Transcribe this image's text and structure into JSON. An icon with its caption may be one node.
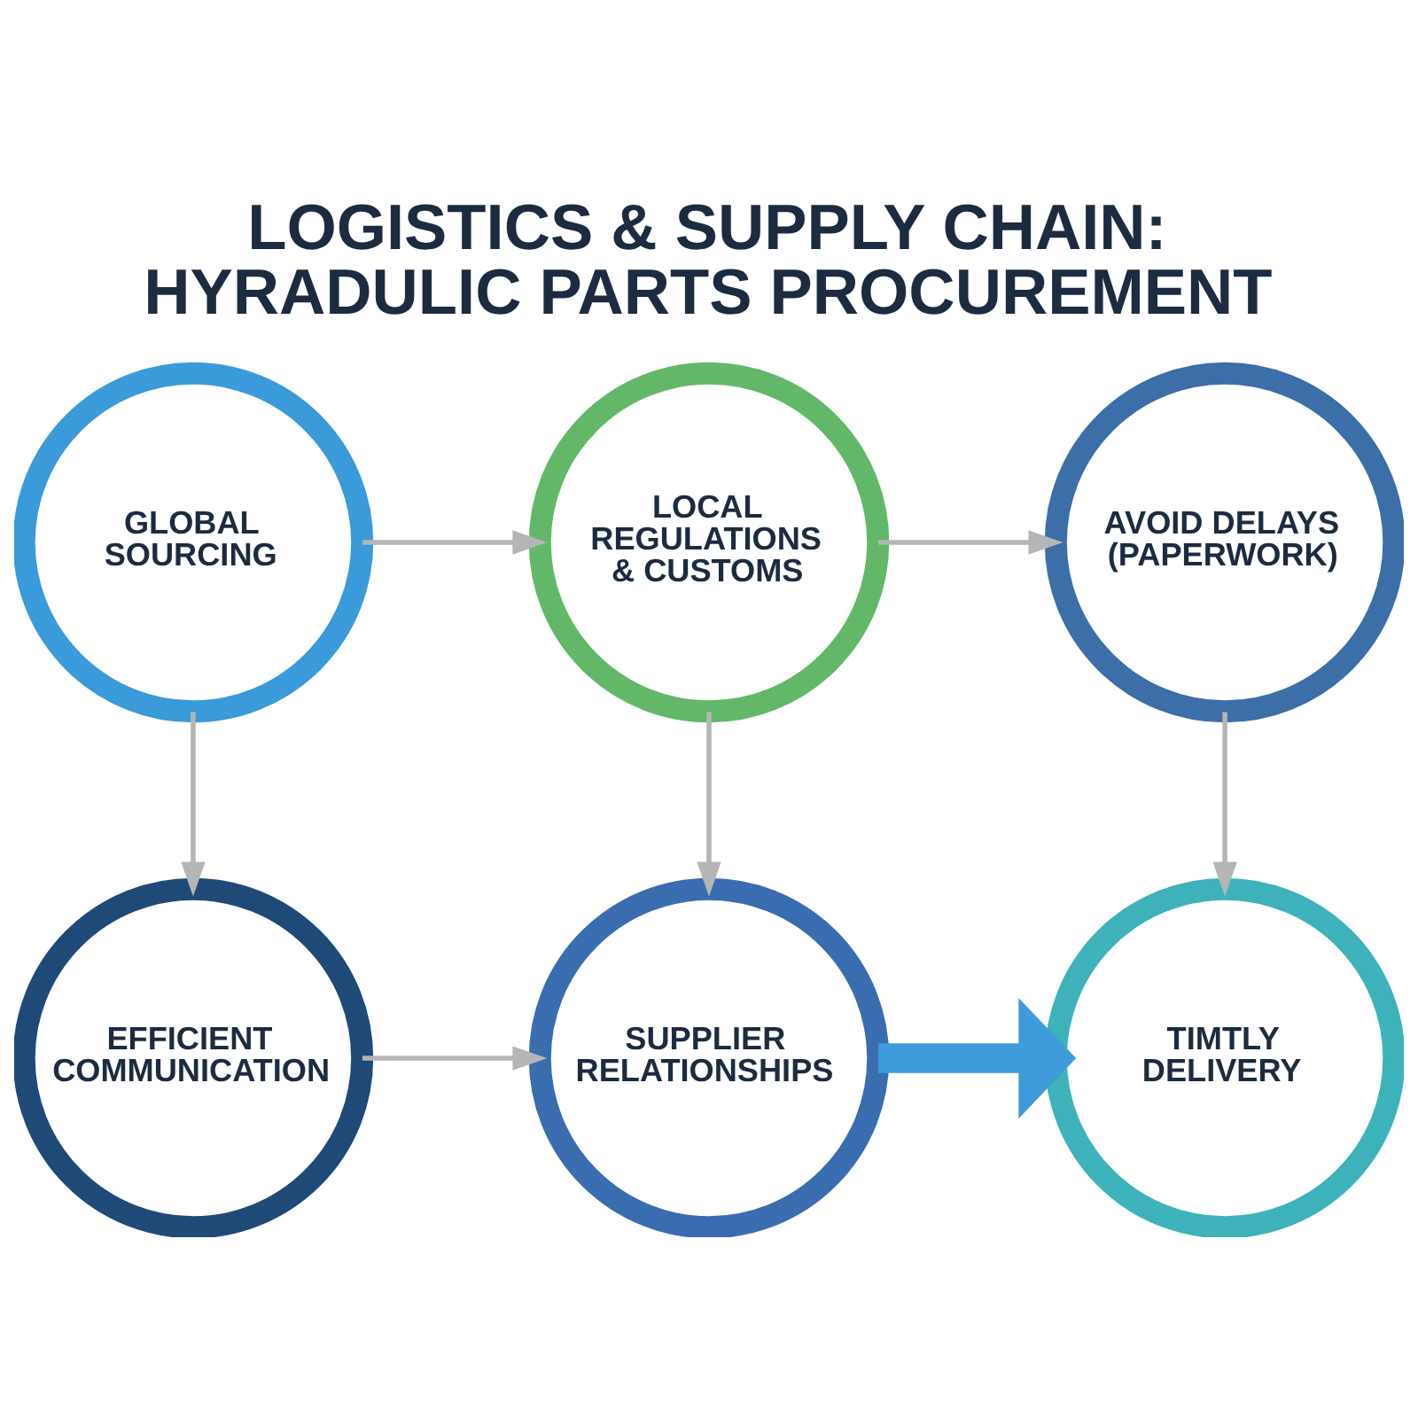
{
  "diagram": {
    "title": "LOGISTICS & SUPPLY CHAIN: HYRADULIC PARTS PROCUREMENT",
    "nodes": [
      {
        "text": [
          "GLOBAL SOURCING"
        ]
      },
      {
        "text": [
          "LOCAL REGULATIONS & CUSTOMS"
        ]
      },
      {
        "text": [
          "AVOID DELAYS (PAPERWORK)"
        ]
      },
      {
        "text": [
          "EFFICIENT COMMUNICATION"
        ]
      },
      {
        "text": [
          "SUPPLIER RELATIONSHIPS"
        ]
      },
      {
        "text": [
          "TIMTLY DELIVERY"
        ]
      }
    ],
    "edges": [
      {
        "from": 0,
        "to": 1,
        "arrow": "to"
      },
      {
        "from": 1,
        "to": 2,
        "arrow": "to"
      },
      {
        "from": 0,
        "to": 3,
        "arrow": "to"
      },
      {
        "from": 1,
        "to": 4,
        "arrow": "to"
      },
      {
        "from": 2,
        "to": 5,
        "arrow": "to"
      },
      {
        "from": 3,
        "to": 4,
        "arrow": "to"
      },
      {
        "from": 4,
        "to": 5,
        "arrow": "to",
        "style": "thick",
        "color": "#3f9bd9"
      }
    ]
  }
}
